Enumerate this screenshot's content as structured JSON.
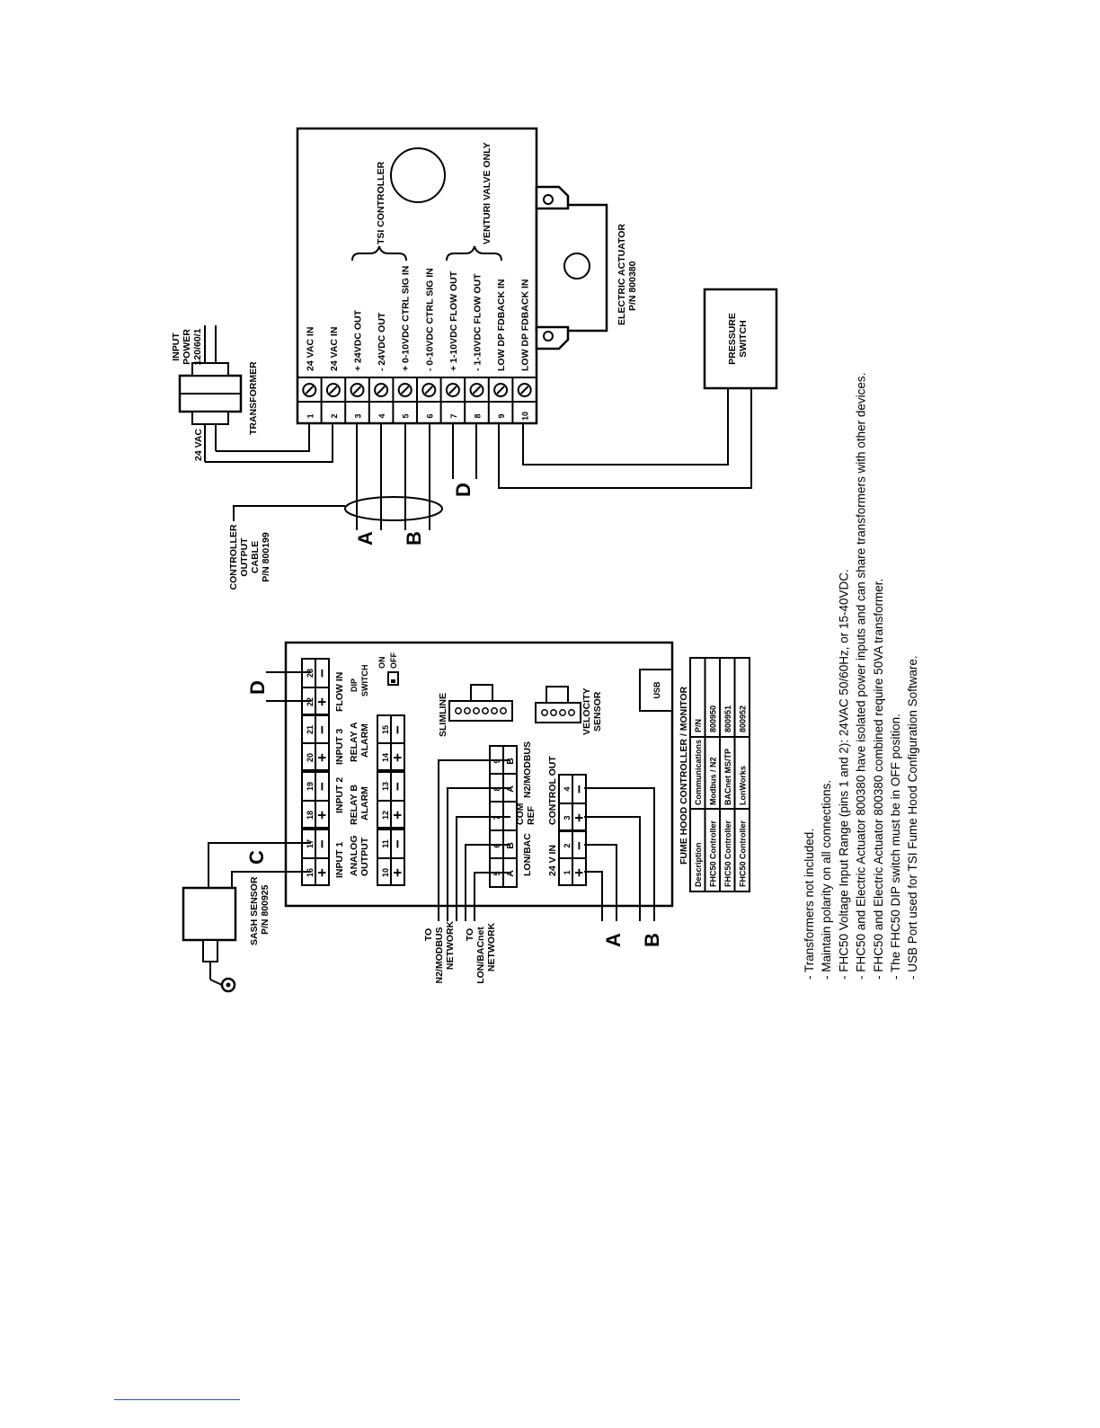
{
  "tsi": {
    "controller_label": "TSI CONTROLLER",
    "venturi_label": "VENTURI VALVE ONLY",
    "terminal_numbers": [
      "1",
      "2",
      "3",
      "4",
      "5",
      "6",
      "7",
      "8",
      "9",
      "10"
    ],
    "terminal_labels": [
      "24 VAC IN",
      "24 VAC IN",
      "+ 24VDC OUT",
      "- 24VDC OUT",
      "+ 0-10VDC CTRL SIG IN",
      "- 0-10VDC CTRL SIG IN",
      "+ 1-10VDC FLOW OUT",
      "- 1-10VDC FLOW OUT",
      "LOW DP FDBACK IN",
      "LOW DP FDBACK IN"
    ]
  },
  "actuator": {
    "label": "ELECTRIC ACTUATOR",
    "pn": "P/N 800380"
  },
  "pressure_switch": {
    "line1": "PRESSURE",
    "line2": "SWITCH"
  },
  "transformer": {
    "label": "TRANSFORMER",
    "secondary": "24 VAC",
    "input_line1": "INPUT",
    "input_line2": "POWER",
    "input_line3": "120/60/1"
  },
  "cable": {
    "line1": "CONTROLLER",
    "line2": "OUTPUT",
    "line3": "CABLE",
    "line4": "P/N 800199"
  },
  "letters": {
    "a": "A",
    "b": "B",
    "c": "C",
    "d": "D"
  },
  "fhc": {
    "title": "FUME HOOD CONTROLLER / MONITOR",
    "usb": "USB",
    "dip_line1": "DIP",
    "dip_line2": "SWITCH",
    "dip_on": "ON",
    "dip_off": "OFF",
    "slimline": "SLIMLINE",
    "velocity_line1": "VELOCITY",
    "velocity_line2": "SENSOR",
    "top_terminals": [
      "16",
      "17",
      "18",
      "19",
      "20",
      "21",
      "22",
      "23"
    ],
    "top_signs": [
      "+",
      "−",
      "+",
      "−",
      "+",
      "−",
      "+",
      "−"
    ],
    "group_input1": "INPUT 1",
    "group_input2": "INPUT 2",
    "group_input3": "INPUT 3",
    "group_flow_in": "FLOW IN",
    "group_analog_line1": "ANALOG",
    "group_analog_line2": "OUTPUT",
    "group_relayb_line1": "RELAY B",
    "group_relayb_line2": "ALARM",
    "group_relaya_line1": "RELAY A",
    "group_relaya_line2": "ALARM",
    "mid_terminals": [
      "10",
      "11",
      "12",
      "13",
      "14",
      "15"
    ],
    "mid_signs": [
      "+",
      "−",
      "+",
      "−",
      "+",
      "−"
    ],
    "net_terminals": [
      "5",
      "6",
      "7",
      "8",
      "9"
    ],
    "net_signs": [
      "A",
      "B",
      "",
      "A",
      "B"
    ],
    "lonbac": "LON/BAC",
    "com_line1": "COM",
    "com_line2": "REF",
    "n2modbus": "N2/MODBUS",
    "pwr_terminals": [
      "1",
      "2",
      "3",
      "4"
    ],
    "pwr_signs": [
      "+",
      "−",
      "+",
      "−"
    ],
    "in24": "24 V IN",
    "control_out": "CONTROL OUT"
  },
  "table": {
    "headers": [
      "Description",
      "Communications",
      "P/N"
    ],
    "rows": [
      [
        "FHC50 Controller",
        "Modbus / N2",
        "800950"
      ],
      [
        "FHC50 Controller",
        "BACnet MS/TP",
        "800951"
      ],
      [
        "FHC50 Controller",
        "LonWorks",
        "800952"
      ]
    ]
  },
  "sash": {
    "line1": "SASH SENSOR",
    "line2": "P/N 800925"
  },
  "network1": {
    "line1": "TO",
    "line2": "N2/MODBUS",
    "line3": "NETWORK"
  },
  "network2": {
    "line1": "TO",
    "line2": "LON/BACnet",
    "line3": "NETWORK"
  },
  "notes": [
    "- Transformers not included.",
    "- Maintain polarity on all connections.",
    "- FHC50 Voltage Input Range (pins 1 and 2):  24VAC 50/60Hz, or 15-40VDC.",
    "- FHC50 and Electric Actuator 800380 have isolated power inputs and can share transformers with other devices.",
    "- FHC50 and Electric Actuator 800380 combined require 50VA transformer.",
    "- The FHC50 DIP switch must be in OFF position.",
    "- USB Port used for TSI Fume Hood Configuration Software."
  ]
}
